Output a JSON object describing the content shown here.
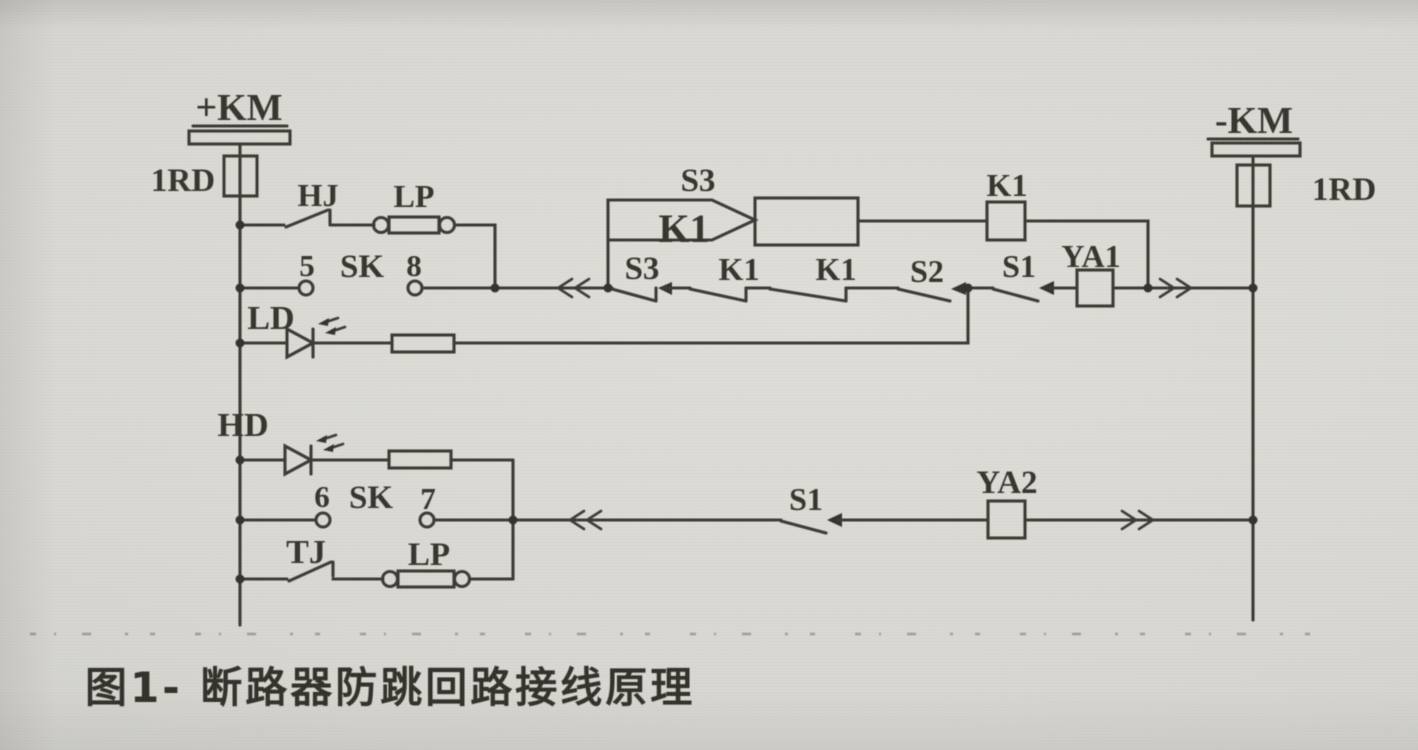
{
  "figure": {
    "caption": "图1- 断路器防跳回路接线原理"
  },
  "colors": {
    "paper": "#d8d7d2",
    "ink": "#3d3a35"
  },
  "buses": {
    "left": {
      "name": "+KM",
      "fuse": "1RD"
    },
    "right": {
      "name": "-KM",
      "fuse": "1RD"
    }
  },
  "branches": {
    "row1": {
      "contact": "HJ",
      "link": "LP"
    },
    "row2": {
      "terminal_left": "5",
      "connector": "SK",
      "terminal_right": "8",
      "s3_contact": "S3",
      "k1_contact_a": "K1",
      "k1_contact_b": "K1",
      "s2_contact": "S2",
      "s1_contact": "S1",
      "coil": "YA1"
    },
    "relay": {
      "selector": "S3",
      "inner": "K1",
      "coil": "K1"
    },
    "row3": {
      "lamp": "LD"
    },
    "row4": {
      "lamp": "HD"
    },
    "row5": {
      "terminal_left": "6",
      "connector": "SK",
      "terminal_right": "7",
      "s1_contact": "S1",
      "coil": "YA2"
    },
    "row6": {
      "contact": "TJ",
      "link": "LP"
    }
  }
}
